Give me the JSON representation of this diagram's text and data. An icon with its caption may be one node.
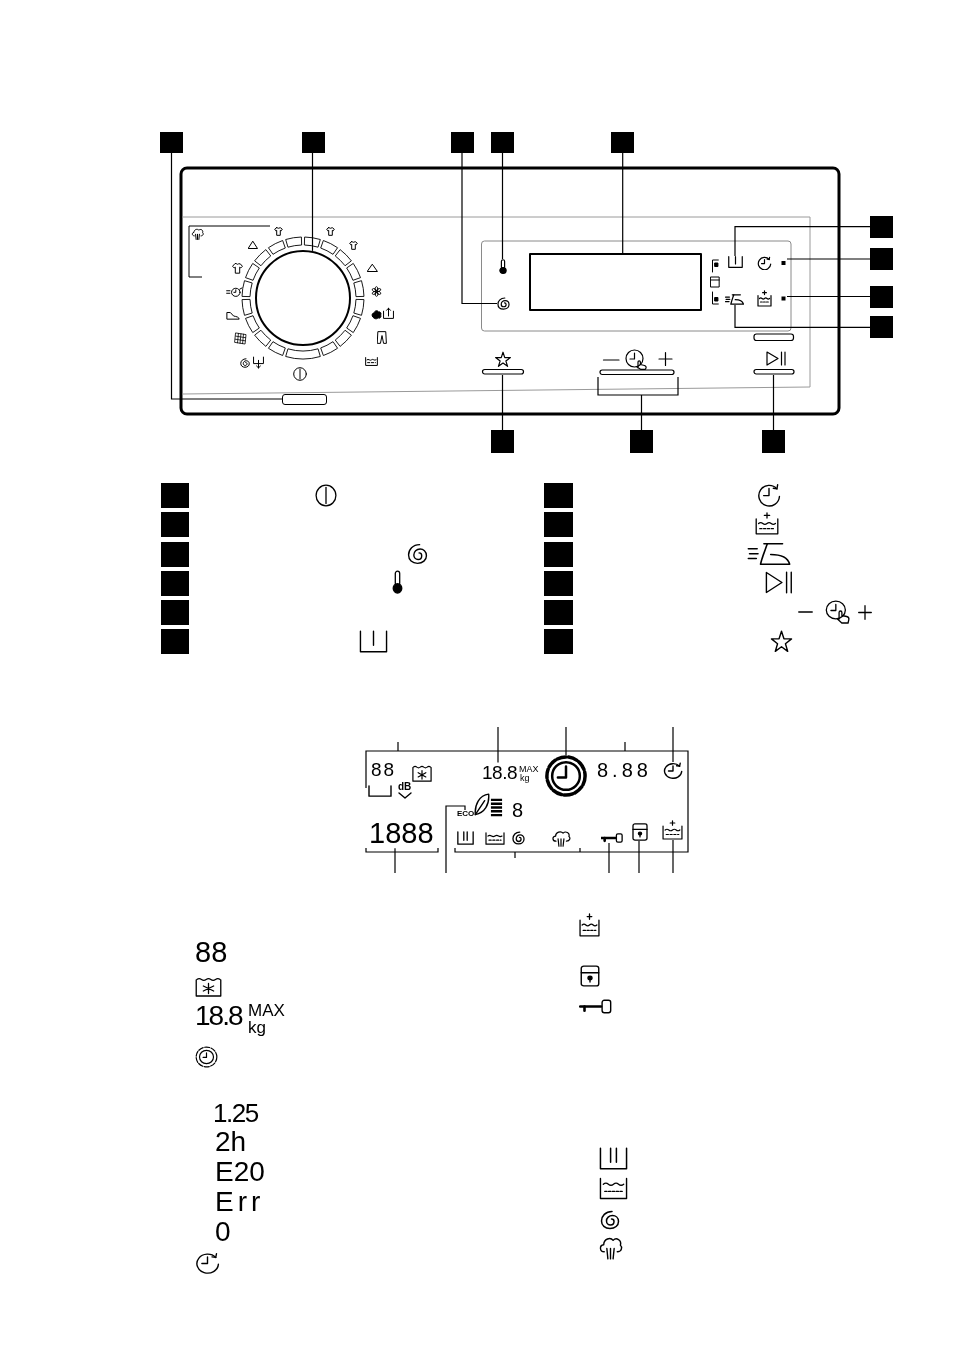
{
  "diagram": {
    "nodes": [
      {
        "text": [],
        "shape": "box"
      },
      {
        "text": [],
        "shape": "box"
      },
      {
        "text": [],
        "shape": "box"
      },
      {
        "text": [],
        "shape": "box"
      },
      {
        "text": [],
        "shape": "box"
      },
      {
        "text": [],
        "shape": "circle"
      },
      {
        "text": [],
        "shape": "picture"
      },
      {
        "text": [],
        "shape": "box"
      },
      {
        "text": [],
        "shape": "picture"
      },
      {
        "text": [],
        "shape": "box"
      },
      {
        "text": [],
        "shape": "box"
      },
      {
        "text": [],
        "shape": "box"
      },
      {
        "text": [],
        "shape": "box"
      },
      {
        "text": [],
        "shape": "picture"
      },
      {
        "text": [],
        "shape": "picture"
      },
      {
        "text": [],
        "shape": "picture"
      },
      {
        "text": [],
        "shape": "picture"
      },
      {
        "text": [],
        "shape": "bar"
      },
      {
        "text": [],
        "shape": "picture"
      },
      {
        "text": [],
        "shape": "picture"
      },
      {
        "text": [],
        "shape": "picture"
      },
      {
        "text": [],
        "shape": "box"
      },
      {
        "text": [],
        "shape": "box"
      },
      {
        "text": [],
        "shape": "box"
      },
      {
        "text": [],
        "shape": "box"
      },
      {
        "text": [],
        "shape": "box"
      },
      {
        "text": [],
        "shape": "box"
      },
      {
        "text": [],
        "shape": "box"
      },
      {
        "text": [],
        "shape": "box"
      },
      {
        "text": [],
        "shape": "box"
      },
      {
        "text": [],
        "shape": "box"
      },
      {
        "text": [],
        "shape": "box"
      },
      {
        "text": [],
        "shape": "box"
      },
      {
        "text": [],
        "shape": "box"
      },
      {
        "text": [],
        "shape": "box"
      },
      {
        "text": [],
        "shape": "box"
      },
      {
        "text": [
          "18.8"
        ]
      },
      {
        "text": [],
        "shape": "picture"
      },
      {
        "text": [],
        "shape": "picture"
      },
      {
        "text": [
          "ECO"
        ]
      },
      {
        "text": [
          "1888"
        ]
      },
      {
        "text": [],
        "shape": "picture"
      },
      {
        "text": [],
        "shape": "picture"
      },
      {
        "text": [],
        "shape": "picture"
      }
    ],
    "edges": [
      {
        "from": 0,
        "to": 17,
        "arrow": "none"
      },
      {
        "from": 1,
        "to": 5,
        "arrow": "none"
      },
      {
        "from": 2,
        "to": 8,
        "arrow": "none"
      },
      {
        "from": 3,
        "to": 6,
        "arrow": "none"
      },
      {
        "from": 4,
        "to": 7,
        "arrow": "none"
      },
      {
        "from": 9,
        "to": 13,
        "arrow": "none"
      },
      {
        "from": 10,
        "to": 14,
        "arrow": "none"
      },
      {
        "from": 11,
        "to": 15,
        "arrow": "none"
      },
      {
        "from": 12,
        "to": 16,
        "arrow": "none"
      },
      {
        "from": 21,
        "to": 18,
        "arrow": "none"
      },
      {
        "from": 22,
        "to": 19,
        "arrow": "none"
      },
      {
        "from": 23,
        "to": 20,
        "arrow": "none"
      },
      {
        "from": null,
        "to": 36,
        "arrow": "none"
      },
      {
        "from": null,
        "to": 37,
        "arrow": "none"
      },
      {
        "from": null,
        "to": 38,
        "arrow": "none"
      },
      {
        "from": null,
        "to": 40,
        "arrow": "none"
      },
      {
        "from": null,
        "to": 39,
        "arrow": "none"
      },
      {
        "from": null,
        "to": 41,
        "arrow": "none"
      },
      {
        "from": null,
        "to": 42,
        "arrow": "none"
      },
      {
        "from": null,
        "to": 43,
        "arrow": "none"
      }
    ],
    "labels": [
      "88",
      "MAX",
      "kg",
      "8.88",
      "dB",
      "8",
      "88",
      "18.8",
      "MAX",
      "kg",
      "1.25",
      "2h",
      "E20",
      "Err",
      "0"
    ]
  }
}
